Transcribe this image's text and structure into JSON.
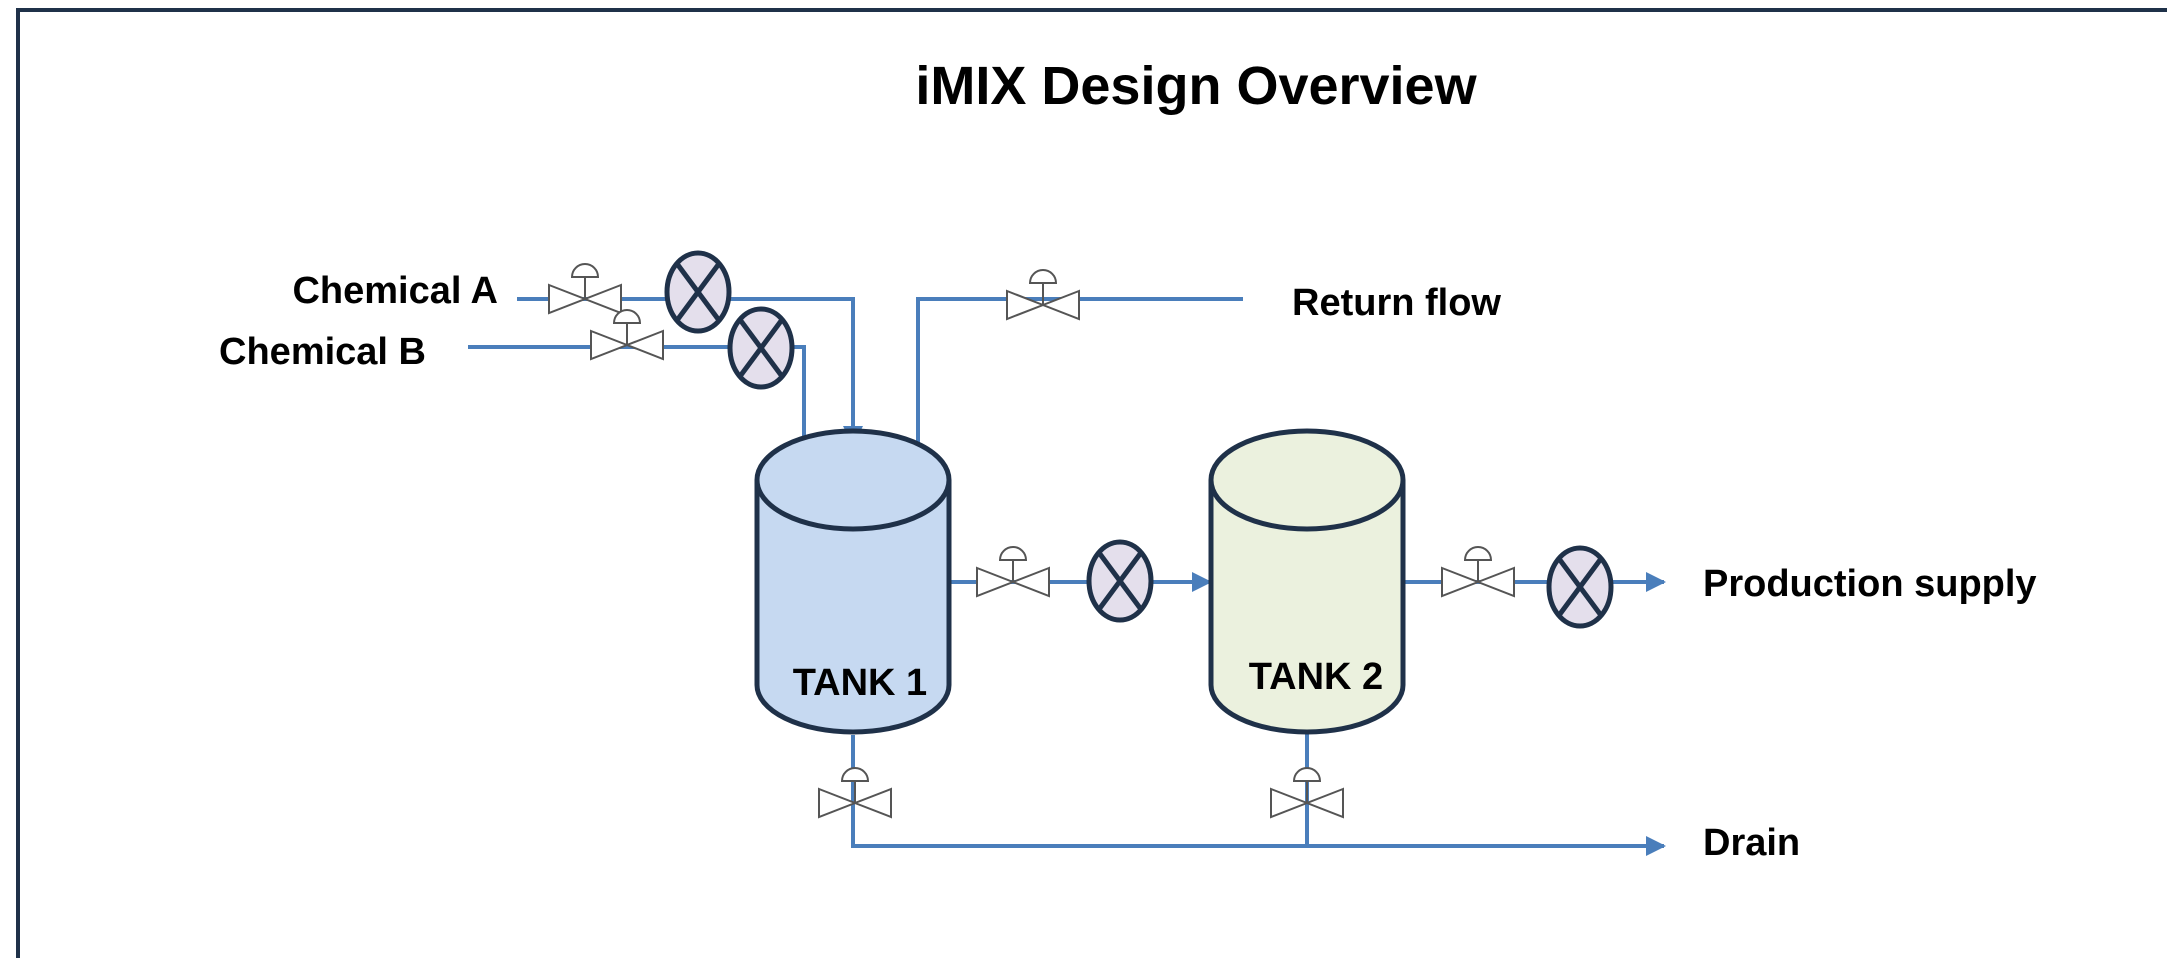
{
  "title": "iMIX Design Overview",
  "inputs": {
    "chemical_a": "Chemical A",
    "chemical_b": "Chemical B",
    "return_flow": "Return flow"
  },
  "tanks": [
    {
      "label": "TANK 1",
      "fill": "#c6d9f1"
    },
    {
      "label": "TANK 2",
      "fill": "#ebf1de"
    }
  ],
  "outputs": {
    "production_supply": "Production supply",
    "drain": "Drain"
  },
  "colors": {
    "pipe": "#4a7ebb",
    "outline": "#1f3149",
    "flowmeter_fill": "#e4dfec"
  }
}
